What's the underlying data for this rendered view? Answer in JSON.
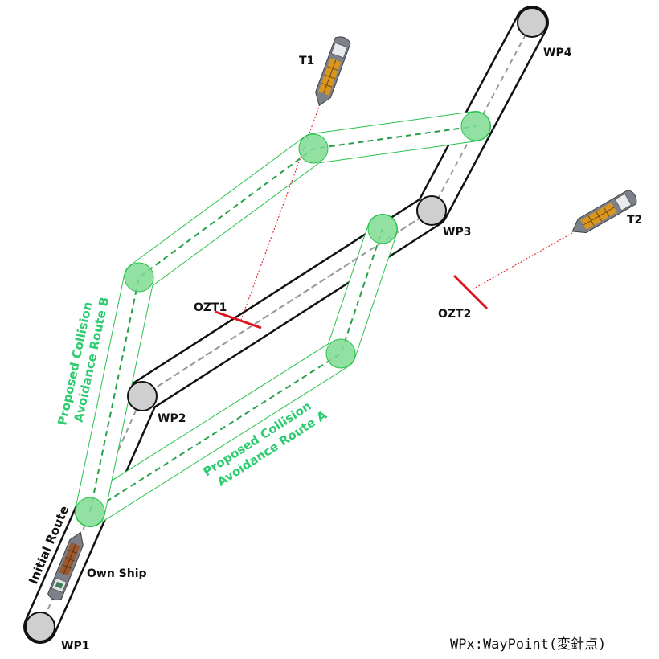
{
  "waypoints": [
    {
      "id": "wp1",
      "label": "WP1"
    },
    {
      "id": "wp2",
      "label": "WP2"
    },
    {
      "id": "wp3",
      "label": "WP3"
    },
    {
      "id": "wp4",
      "label": "WP4"
    }
  ],
  "route_labels": {
    "initial": "Initial Route",
    "route_a_line1": "Proposed Collision",
    "route_a_line2": "Avoidance Route A",
    "route_b_line1": "Proposed Collision",
    "route_b_line2": "Avoidance Route B"
  },
  "ships": {
    "own": "Own Ship",
    "t1": "T1",
    "t2": "T2"
  },
  "ozt": {
    "ozt1": "OZT1",
    "ozt2": "OZT2"
  },
  "legend": "WPx:WayPoint(変針点)",
  "colors": {
    "route": "#111111",
    "waypoint_fill": "#cfcfcf",
    "avoidance": "#27c24c",
    "avoidance_fill": "#5fd77a",
    "ozt": "#e0141c",
    "hull": "#7b8089",
    "cargo": "#d9951e"
  }
}
